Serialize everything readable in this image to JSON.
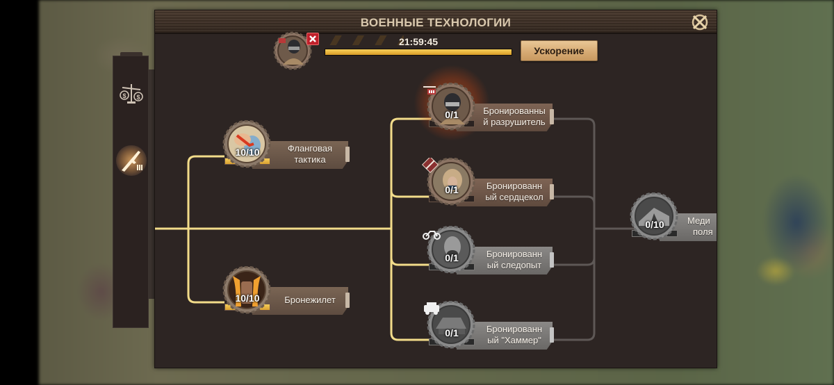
{
  "window": {
    "title": "ВОЕННЫЕ ТЕХНОЛОГИИ",
    "close_icon": "close-x-icon"
  },
  "side_tabs": [
    {
      "id": "economy",
      "icon": "scales-dollar-icon",
      "active": false
    },
    {
      "id": "military",
      "icon": "rifle-icon",
      "active": true
    }
  ],
  "current_research": {
    "icon": "armored-soldier-icon",
    "timer": "21:59:45",
    "progress_percent": 100,
    "cancel_icon": "cancel-x-icon",
    "speedup_label": "Ускорение"
  },
  "nodes": [
    {
      "id": "flank-tactics",
      "name_line1": "Фланговая",
      "name_line2": "тактика",
      "level": "10/10",
      "progress_percent": 100,
      "style": "gold"
    },
    {
      "id": "body-armor",
      "name_line1": "Бронежилет",
      "name_line2": "",
      "level": "10/10",
      "progress_percent": 100,
      "style": "gold"
    },
    {
      "id": "armored-destroyer",
      "name_line1": "Бронированны",
      "name_line2": "й разрушитель",
      "level": "0/1",
      "progress_percent": 0,
      "style": "bronze",
      "badge": "infantry-badge-icon"
    },
    {
      "id": "armored-heartbreaker",
      "name_line1": "Бронированн",
      "name_line2": "ый сердцекол",
      "level": "0/1",
      "progress_percent": 0,
      "style": "bronze",
      "badge": "syringe-badge-icon"
    },
    {
      "id": "armored-pathfinder",
      "name_line1": "Бронированн",
      "name_line2": "ый следопыт",
      "level": "0/1",
      "progress_percent": 0,
      "style": "silver",
      "badge": "motorcycle-badge-icon"
    },
    {
      "id": "armored-hummer",
      "name_line1": "Бронированн",
      "name_line2": "ый \"Хаммер\"",
      "level": "0/1",
      "progress_percent": 0,
      "style": "silver",
      "badge": "jeep-badge-icon"
    },
    {
      "id": "medical-field",
      "name_line1": "Меди",
      "name_line2": "поля",
      "level": "0/10",
      "progress_percent": 0,
      "style": "silver"
    }
  ],
  "colors": {
    "active_line": "#f2dc8a",
    "inactive_line": "#5e5856",
    "progress_fill": "#e8b23a",
    "panel_bg": "#2d2523",
    "cancel_red": "#c0202b"
  }
}
